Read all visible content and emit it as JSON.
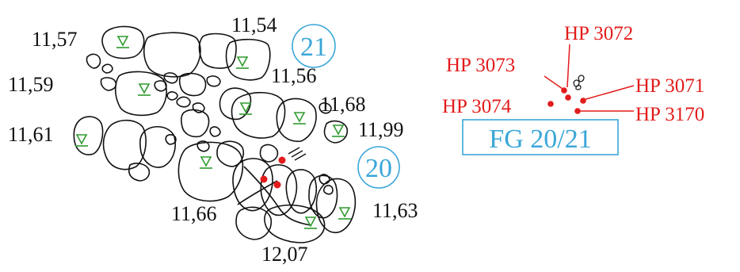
{
  "colors": {
    "ink": "#111111",
    "skeleton": "#9a9a9a",
    "elevation_marker": "#2e9a2e",
    "posthole": "#e31b1b",
    "grave_label": "#3aa6d8"
  },
  "plan": {
    "elevations": [
      "11,57",
      "11,54",
      "11,59",
      "11,56",
      "11,68",
      "11,61",
      "11,99",
      "11,66",
      "11,63",
      "12,07"
    ],
    "graves": [
      {
        "number": "21"
      },
      {
        "number": "20"
      }
    ]
  },
  "detail": {
    "postholes": [
      "HP 3072",
      "HP 3073",
      "HP 3071",
      "HP 3074",
      "HP 3170"
    ],
    "feature_group": "FG 20/21"
  }
}
